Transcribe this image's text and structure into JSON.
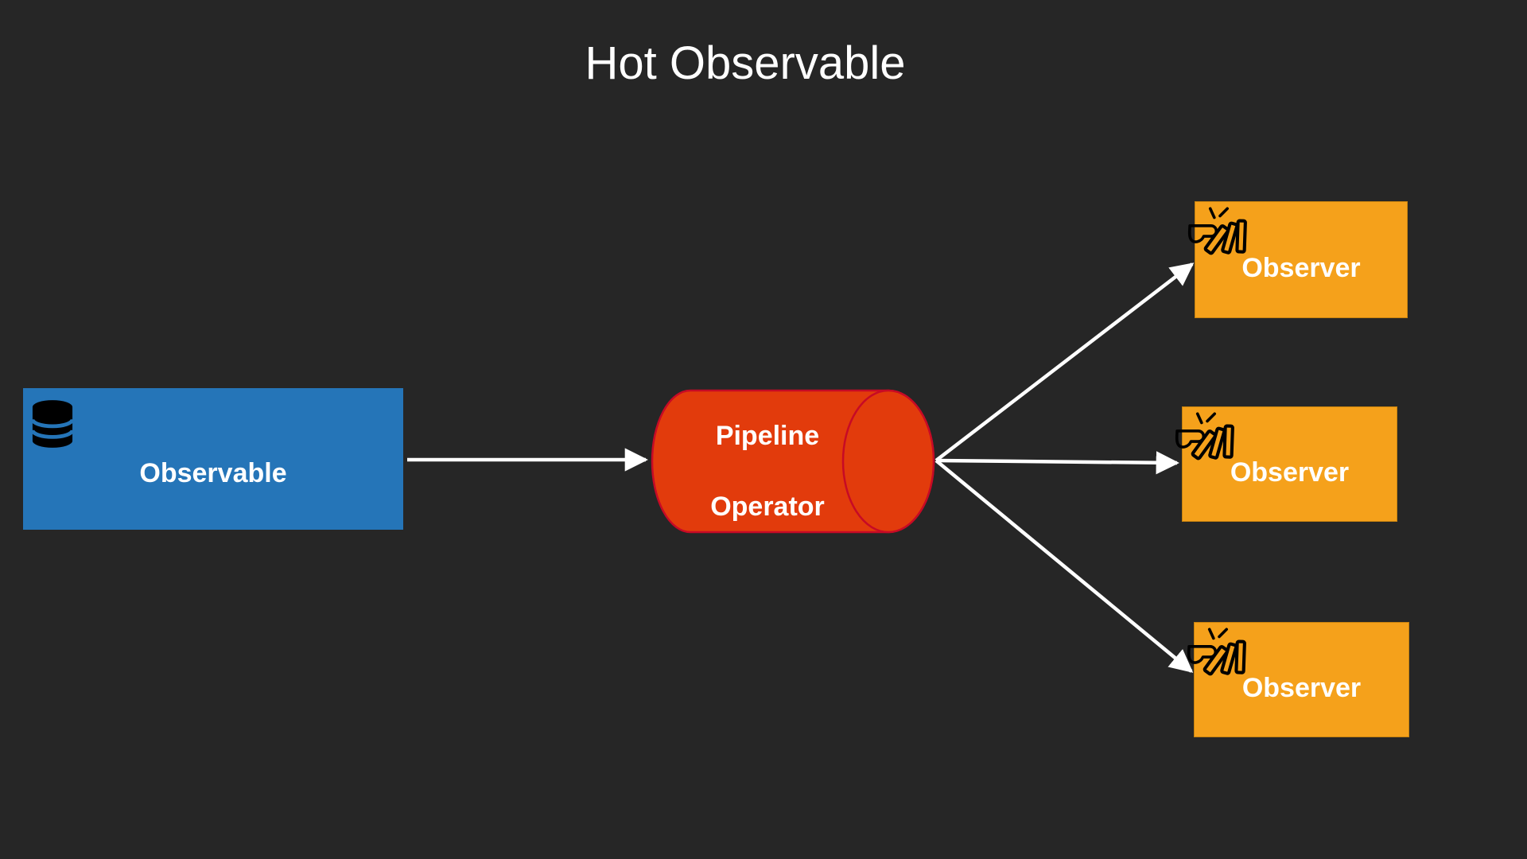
{
  "title": "Hot Observable",
  "colors": {
    "background": "#262626",
    "observable_fill": "#2575B8",
    "pipeline_fill": "#E23B0C",
    "pipeline_stroke": "#C70A25",
    "observer_fill": "#F5A11B",
    "arrow": "#FFFFFF",
    "text": "#FFFFFF",
    "icon": "#000000"
  },
  "observable": {
    "label": "Observable",
    "icon": "database-icon"
  },
  "pipeline": {
    "label_line1": "Pipeline",
    "label_line2": "Operator",
    "icon": "cylinder-shape"
  },
  "observers": [
    {
      "label": "Observer",
      "icon": "push-dominoes-icon"
    },
    {
      "label": "Observer",
      "icon": "push-dominoes-icon"
    },
    {
      "label": "Observer",
      "icon": "push-dominoes-icon"
    }
  ]
}
